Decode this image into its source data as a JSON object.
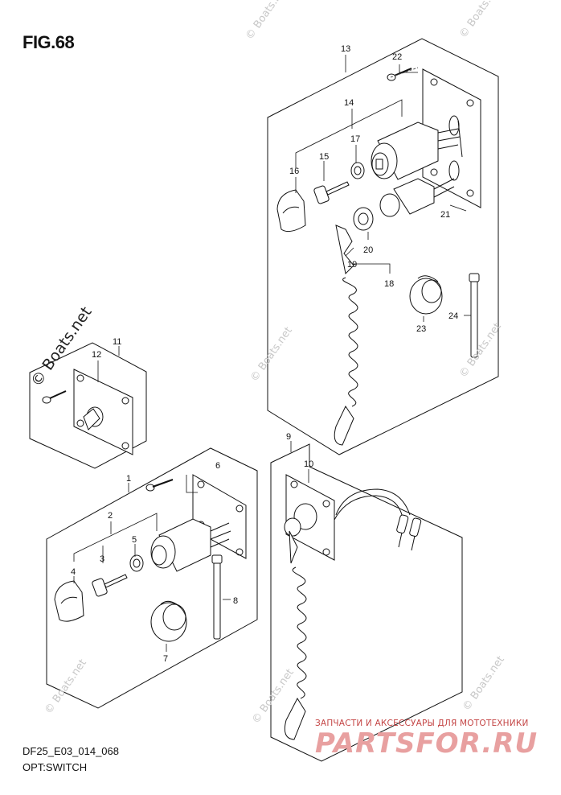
{
  "figure": {
    "title": "FIG.68"
  },
  "footer": {
    "code": "DF25_E03_014_068",
    "name": "OPT:SWITCH"
  },
  "watermark": {
    "site": "© Boats.net",
    "shop_tagline": "ЗАПЧАСТИ И АКСЕССУАРЫ ДЛЯ МОТОТЕХНИКИ",
    "shop_logo": "PARTSFOR.RU"
  },
  "parts": {
    "p1": "1",
    "p2": "2",
    "p3": "3",
    "p4": "4",
    "p5": "5",
    "p6": "6",
    "p7": "7",
    "p8": "8",
    "p9": "9",
    "p10": "10",
    "p11": "11",
    "p12": "12",
    "p13": "13",
    "p14": "14",
    "p15": "15",
    "p16": "16",
    "p17": "17",
    "p18": "18",
    "p19": "19",
    "p20": "20",
    "p21": "21",
    "p22": "22",
    "p23": "23",
    "p24": "24"
  },
  "colors": {
    "line": "#111111",
    "watermark": "#c8c8c8",
    "shop_red": "#c44545"
  }
}
